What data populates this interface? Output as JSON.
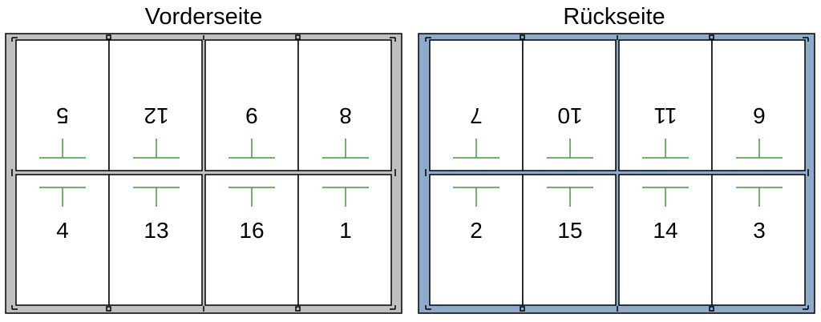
{
  "sheets": [
    {
      "title": "Vorderseite",
      "frame_color": "#c0c0c0",
      "top_row": [
        "5",
        "12",
        "9",
        "8"
      ],
      "bottom_row": [
        "4",
        "13",
        "16",
        "1"
      ]
    },
    {
      "title": "Rückseite",
      "frame_color": "#8eabcb",
      "top_row": [
        "7",
        "10",
        "11",
        "6"
      ],
      "bottom_row": [
        "2",
        "15",
        "14",
        "3"
      ]
    }
  ],
  "colors": {
    "page_border": "#000000",
    "fold_mark": "#3f9a3f",
    "background": "#ffffff"
  }
}
